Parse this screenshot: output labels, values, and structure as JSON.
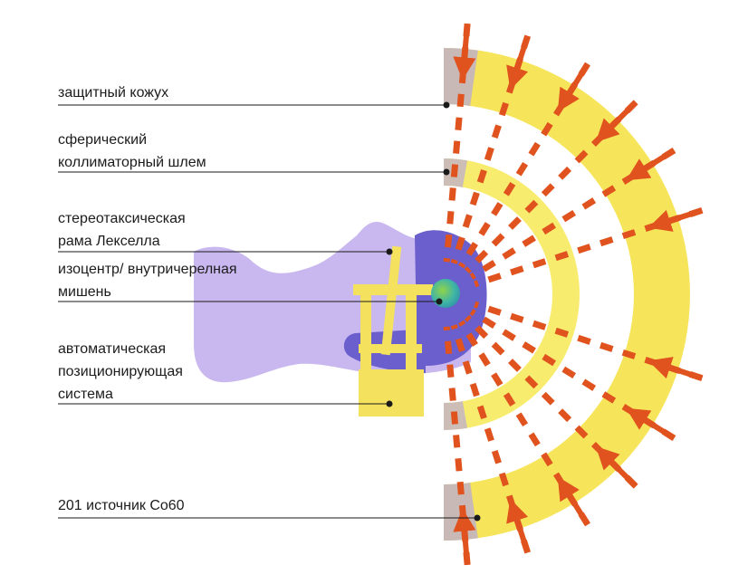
{
  "labels": {
    "shield": [
      "защитный кожух"
    ],
    "helmet": [
      "сферический",
      "коллиматорный шлем"
    ],
    "frame": [
      "стереотаксическая",
      "рама Лекселла"
    ],
    "isocenter": [
      "изоцентр/ внутричерелная",
      "мишень"
    ],
    "positioning": [
      "автоматическая",
      "позиционирующая",
      "система"
    ],
    "sources": [
      "201 источник Co60"
    ]
  },
  "colors": {
    "outer_shield": "#f6e55a",
    "helmet": "#f8ec6e",
    "shield_shadow": "#b9a9d6",
    "head": "#c9b8ef",
    "frame": "#f4e25e",
    "cap": "#6a5fcc",
    "beam": "#e0531f",
    "leader": "#1a1a1a",
    "target_a": "#3fb5a6",
    "target_b": "#8fd34a"
  }
}
